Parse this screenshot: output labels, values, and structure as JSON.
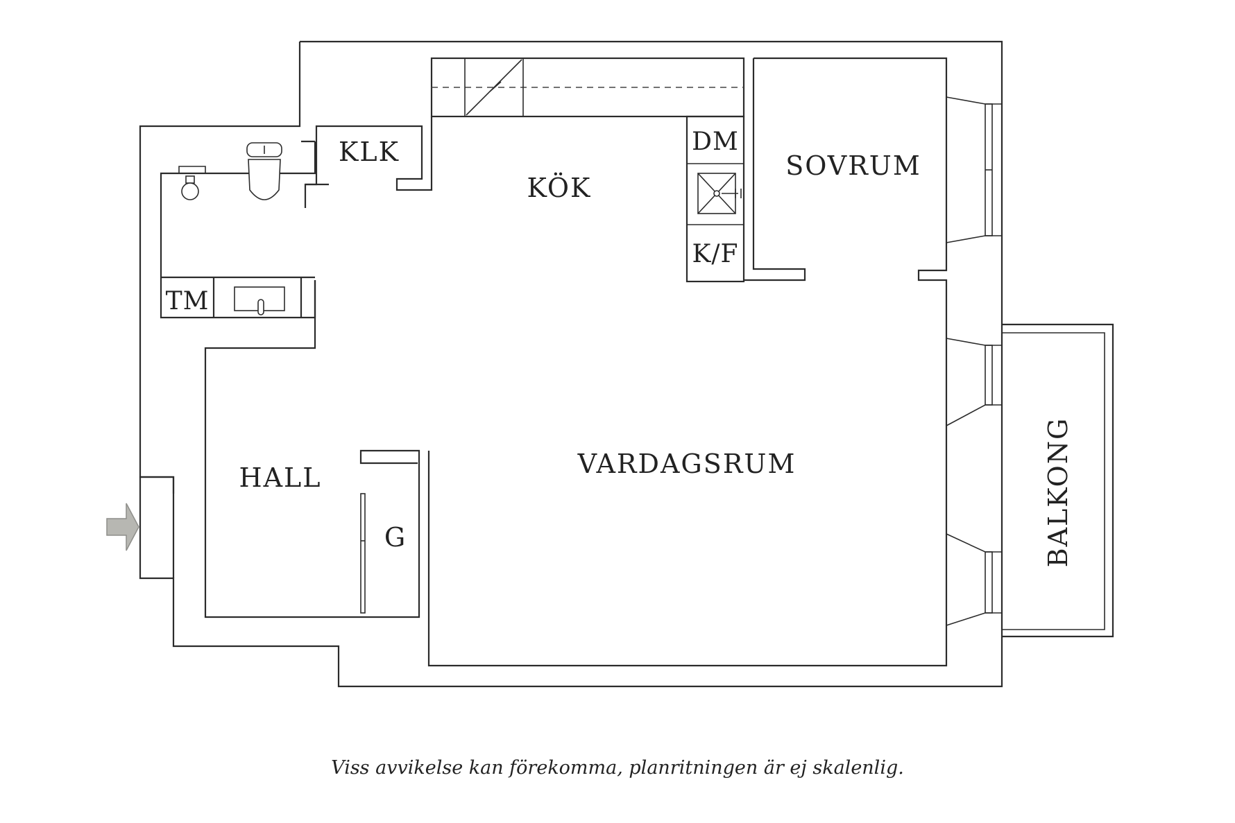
{
  "rooms": {
    "klk": "KLK",
    "kok": "KÖK",
    "dm": "DM",
    "kf": "K/F",
    "sovrum": "SOVRUM",
    "tm": "TM",
    "vardagsrum": "VARDAGSRUM",
    "hall": "HALL",
    "g": "G",
    "balkong": "BALKONG"
  },
  "disclaimer": "Viss avvikelse kan förekomma, planritningen är ej skalenlig.",
  "colors": {
    "wall": "#2b2b2b",
    "entrance_arrow": "#b7b7b2",
    "background": "#ffffff"
  },
  "icons": {
    "entrance": "entrance-arrow-icon",
    "toilet": "toilet-icon",
    "washbasin": "washbasin-icon",
    "sink": "sink-icon",
    "stove": "stove-icon"
  }
}
